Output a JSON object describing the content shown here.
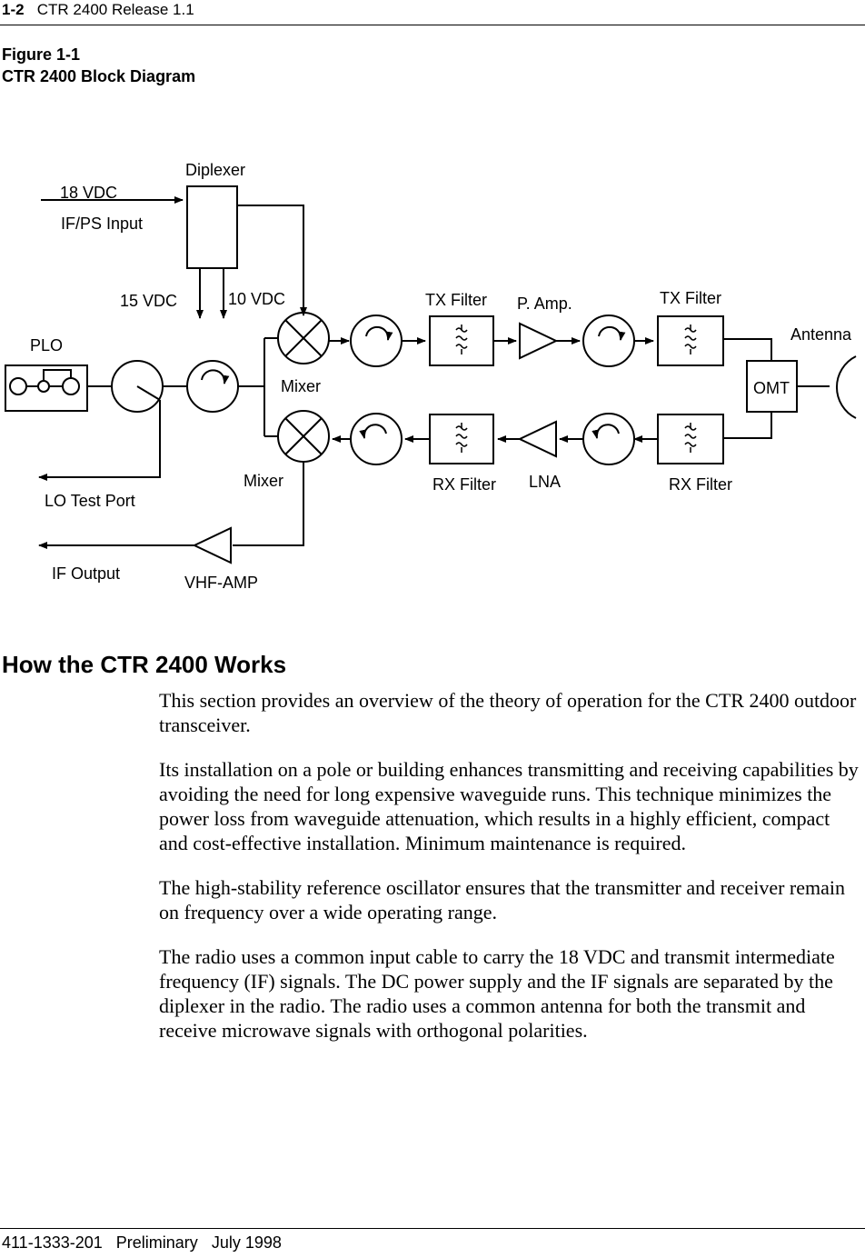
{
  "header": {
    "page_number": "1-2",
    "doc_title": "CTR 2400 Release 1.1"
  },
  "figure": {
    "label": "Figure 1-1",
    "title": "CTR 2400 Block Diagram",
    "labels": {
      "diplexer": "Diplexer",
      "vdc18": "18 VDC",
      "ifps": "IF/PS Input",
      "vdc15": "15 VDC",
      "vdc10": "10 VDC",
      "plo": "PLO",
      "mixer_top": "Mixer",
      "mixer_bottom": "Mixer",
      "tx_filter_1": "TX Filter",
      "pamp": "P. Amp.",
      "tx_filter_2": "TX Filter",
      "antenna": "Antenna",
      "omt": "OMT",
      "rx_filter_1": "RX Filter",
      "lna": "LNA",
      "rx_filter_2": "RX Filter",
      "lo_test": "LO Test Port",
      "if_output": "IF Output",
      "vhf_amp": "VHF-AMP"
    }
  },
  "section": {
    "title": "How the CTR 2400 Works",
    "paragraphs": [
      "This section provides an overview of the theory of operation for the CTR 2400 outdoor transceiver.",
      "Its installation on a pole or building enhances transmitting and receiving capabilities by avoiding the need for long expensive waveguide runs. This technique minimizes the power loss from waveguide attenuation, which results in a highly efficient, compact and cost-effective installation. Minimum maintenance is required.",
      "The high-stability reference oscillator ensures that the transmitter and receiver remain on frequency over a wide operating range.",
      "The radio uses a common input cable to carry the 18 VDC and transmit intermediate frequency (IF) signals. The DC power supply and the IF signals are separated by the diplexer in the radio. The radio uses a common antenna for both the transmit and receive microwave signals with orthogonal polarities."
    ]
  },
  "footer": {
    "doc_number": "411-1333-201",
    "status": "Preliminary",
    "date": "July 1998"
  }
}
